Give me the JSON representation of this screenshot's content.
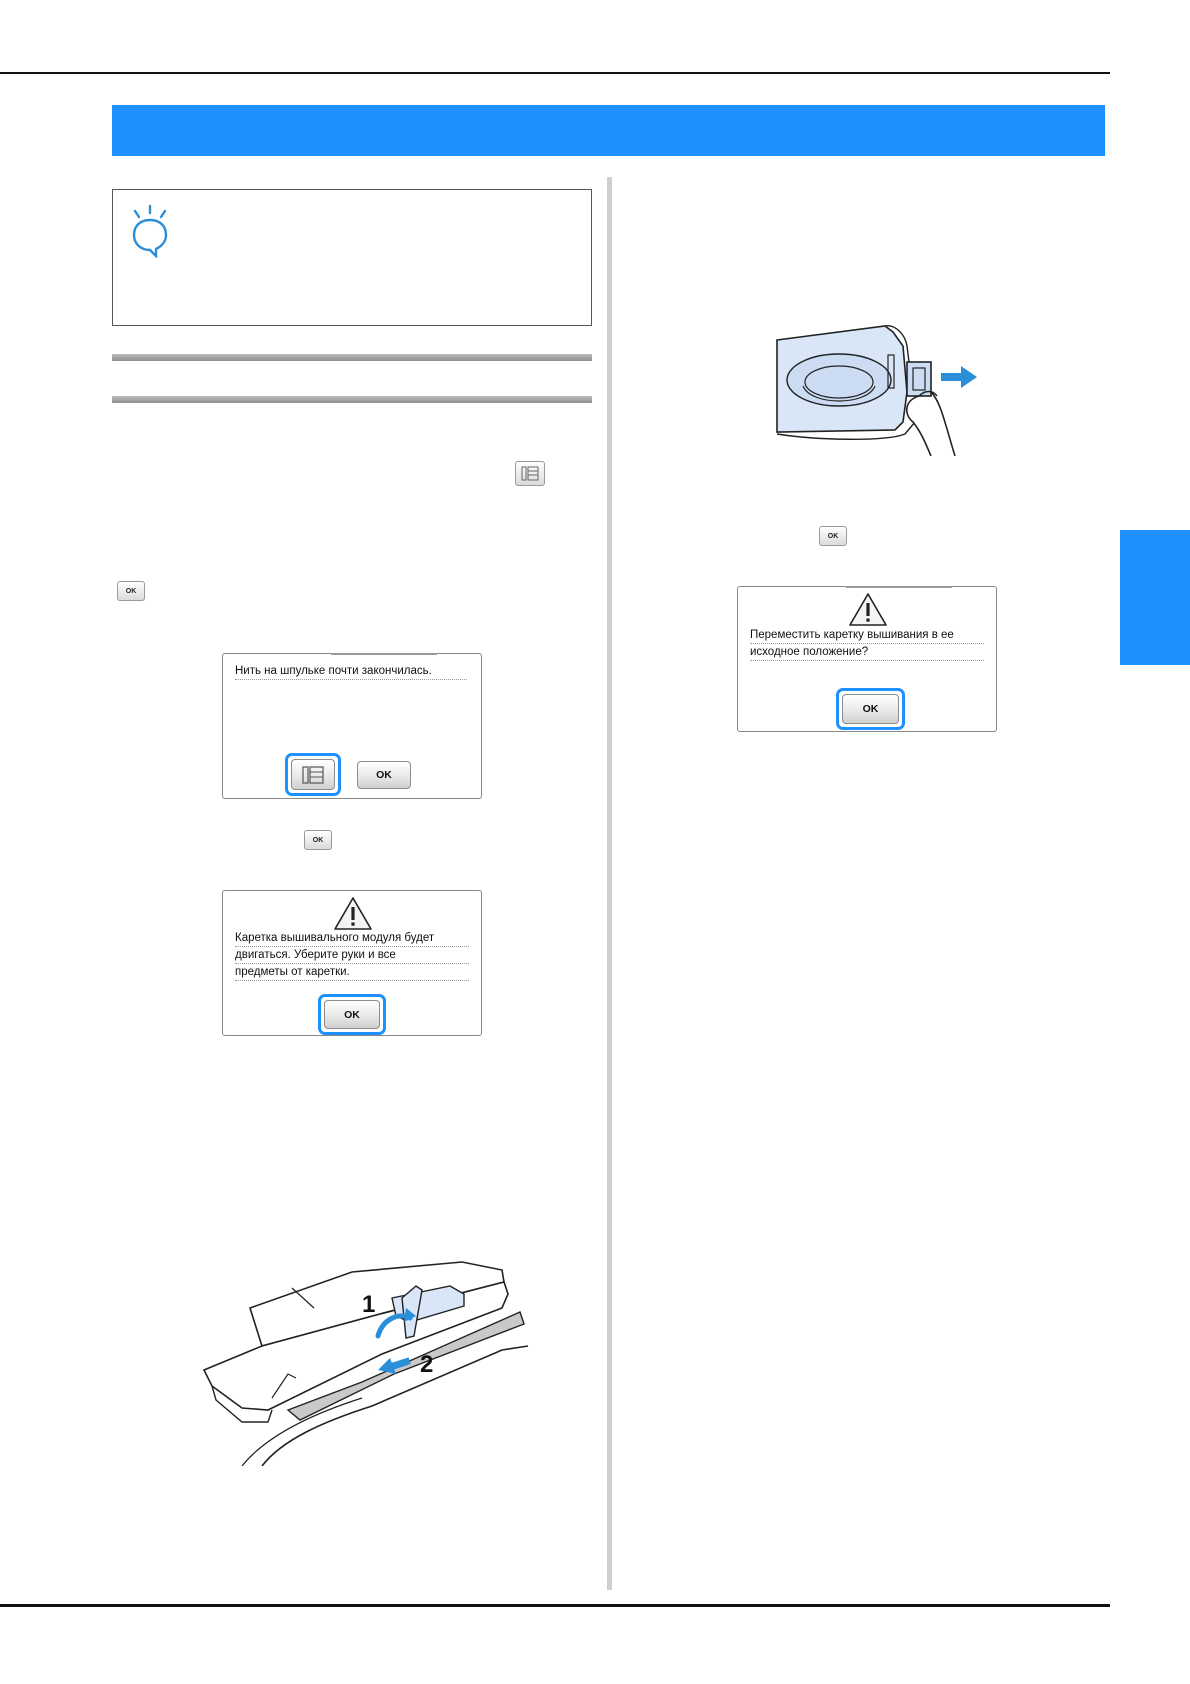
{
  "icons": {
    "note": "lightbulb-note-icon",
    "warning": "warning-triangle-icon",
    "bobbin": "bobbin-key-icon",
    "arrow": "arrow-right-icon"
  },
  "buttons": {
    "ok": "OK",
    "ok_small": "OK"
  },
  "screens": {
    "bobbin_low": {
      "message": "Нить на шпульке почти закончилась."
    },
    "carriage_move": {
      "lines": [
        "Каретка вышивального модуля будет",
        "двигаться. Уберите руки и все",
        "предметы от каретки."
      ]
    },
    "return_carriage": {
      "lines": [
        "Переместить каретку вышивания в ее",
        "исходное положение?"
      ]
    }
  },
  "figure_labels": {
    "step_one": "1",
    "step_two": "2"
  },
  "colors": {
    "accent": "#1e90ff",
    "divider": "#cfcfcf"
  }
}
